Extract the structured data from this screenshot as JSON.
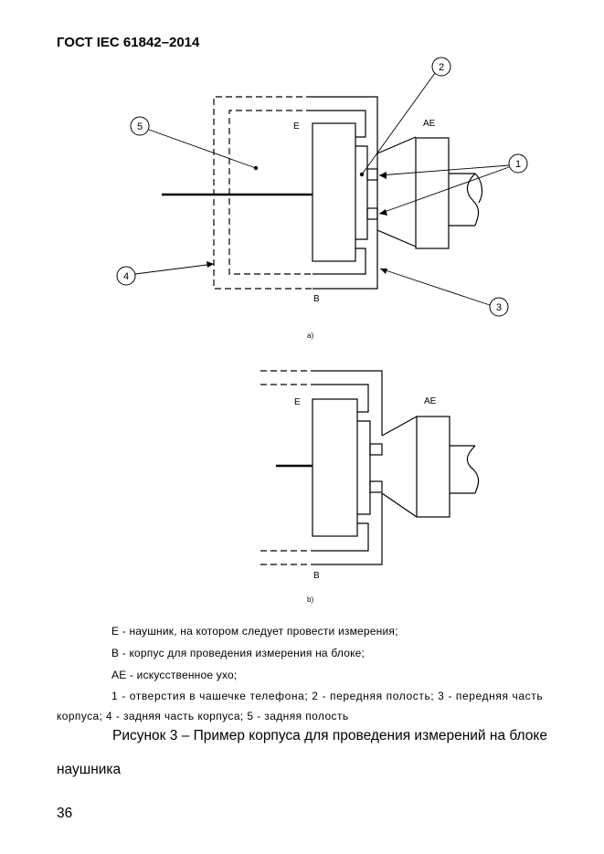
{
  "header": {
    "standard": "ГОСТ IEC 61842–2014"
  },
  "figure_a": {
    "label_e": "E",
    "label_ae": "AE",
    "label_b": "B",
    "callouts": [
      "1",
      "2",
      "3",
      "4",
      "5"
    ],
    "sublabel": "a)"
  },
  "figure_b": {
    "label_e": "E",
    "label_ae": "AE",
    "label_b": "B",
    "sublabel": "b)"
  },
  "legend": {
    "line1": "E - наушник, на котором следует провести измерения;",
    "line2": "B - корпус для проведения измерения на блоке;",
    "line3": "AE - искусственное ухо;",
    "line4a": "1 - отверстия в чашечке телефона; 2 - передняя полость; 3 - передняя часть",
    "line4b": "корпуса; 4 - задняя часть корпуса; 5 - задняя полость"
  },
  "caption": {
    "line1": "Рисунок 3 – Пример корпуса для проведения измерений на блоке",
    "line2": "наушника"
  },
  "page_number": "36"
}
